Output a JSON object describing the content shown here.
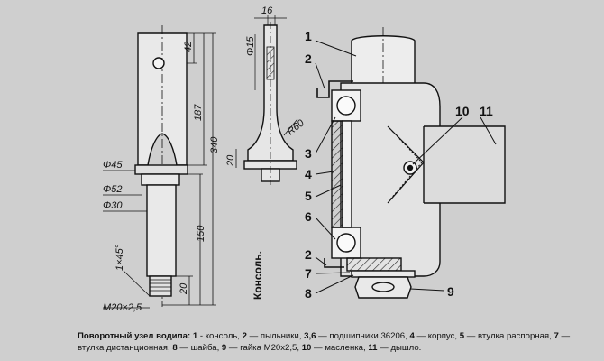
{
  "console_drawing": {
    "dims": {
      "d16": "16",
      "d42": "42",
      "d187": "187",
      "d340": "340",
      "dphi15": "Φ15",
      "dr60": "R60",
      "dphi45": "Φ45",
      "d20a": "20",
      "dphi52": "Φ52",
      "dphi30": "Φ30",
      "d150": "150",
      "d1x45": "1×45°",
      "d20b": "20",
      "dm20": "M20×2,5"
    },
    "view_label": "Консоль."
  },
  "assembly": {
    "numbers": [
      "1",
      "2",
      "3",
      "4",
      "5",
      "6",
      "2",
      "7",
      "8",
      "10",
      "11",
      "9"
    ]
  },
  "caption": {
    "title": "Поворотный узел водила:",
    "items": [
      {
        "num": "1",
        "text": " - консоль, "
      },
      {
        "num": "2",
        "text": " — пыльники, "
      },
      {
        "num": "3,6",
        "text": " — подшипники 36206, "
      },
      {
        "num": "4",
        "text": " — корпус, "
      },
      {
        "num": "5",
        "text": " — втулка распорная, "
      },
      {
        "num": "7",
        "text": " — втулка дистанционная, "
      },
      {
        "num": "8",
        "text": " — шайба, "
      },
      {
        "num": "9",
        "text": " — гайка М20х2,5, "
      },
      {
        "num": "10",
        "text": " — масленка, "
      },
      {
        "num": "11",
        "text": " — дышло."
      }
    ]
  }
}
